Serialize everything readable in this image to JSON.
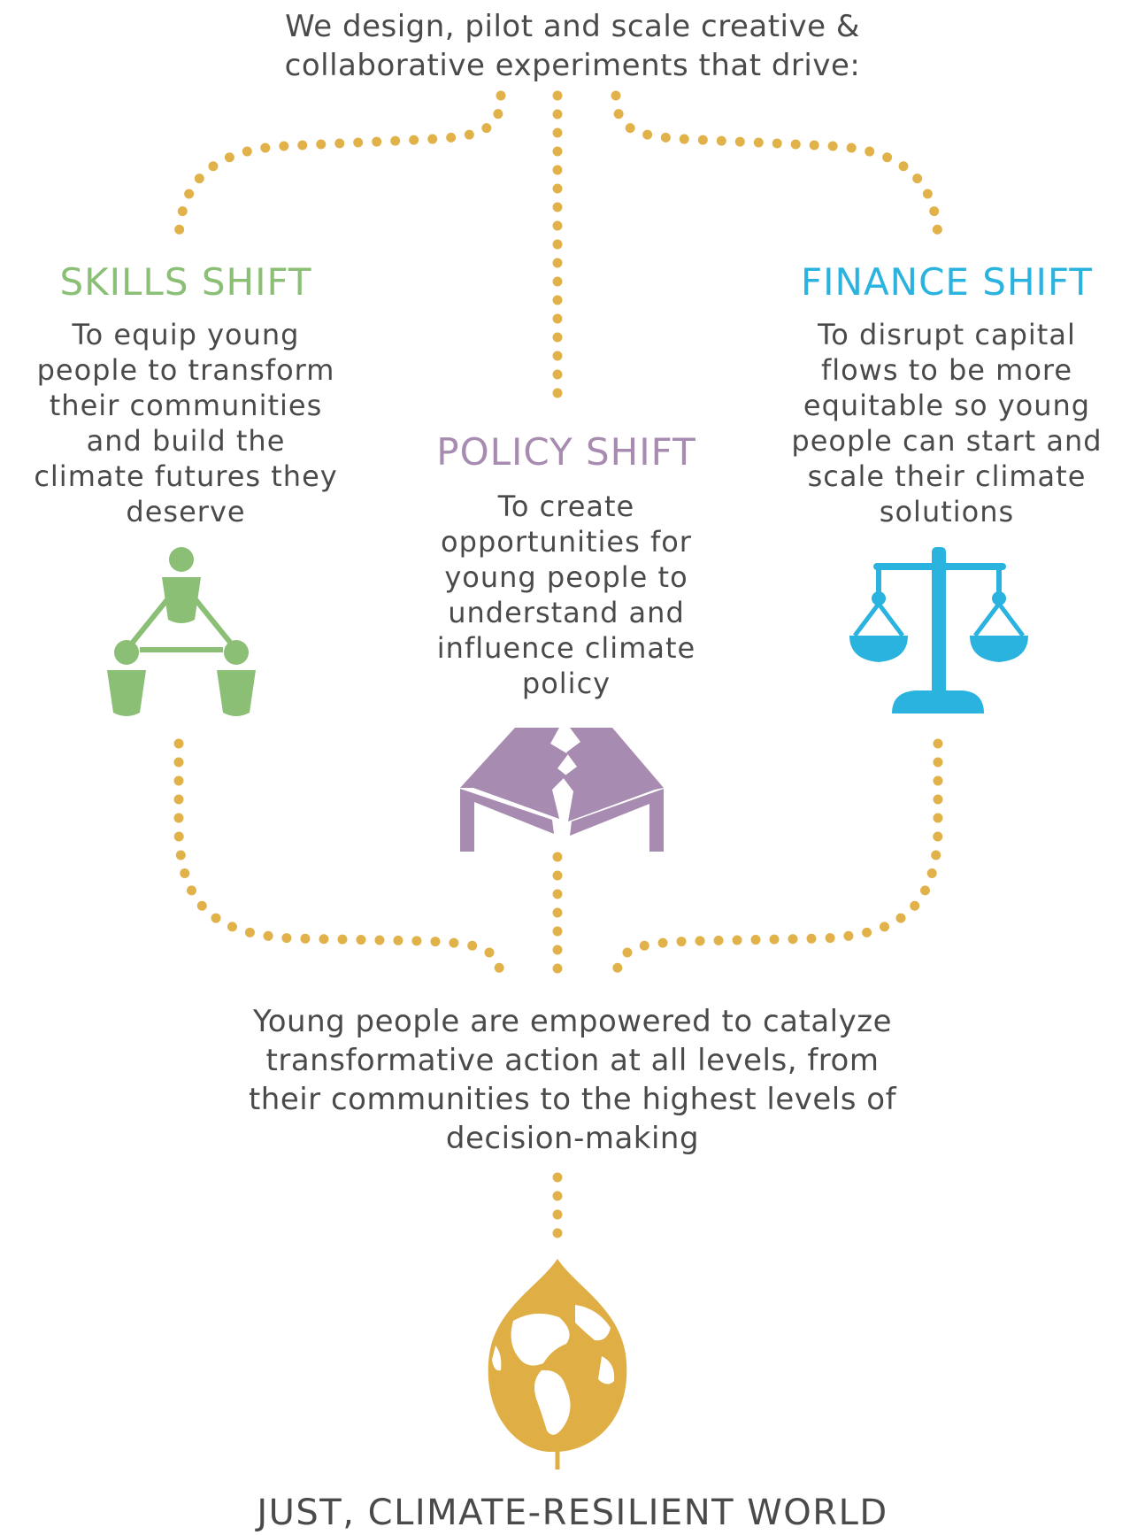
{
  "intro": "We design, pilot and scale creative &\ncollaborative experiments that drive:",
  "shifts": [
    {
      "title": "SKILLS SHIFT",
      "description": "To equip young\npeople to transform\ntheir communities\nand build the\nclimate futures they\ndeserve",
      "color": "#8bbf76",
      "icon": "people-network-icon"
    },
    {
      "title": "POLICY SHIFT",
      "description": "To create\nopportunities for\nyoung people to\nunderstand and\ninfluence climate\npolicy",
      "color": "#a78bb0",
      "icon": "broken-table-icon"
    },
    {
      "title": "FINANCE SHIFT",
      "description": "To disrupt capital\nflows to be more\nequitable so young\npeople can start and\nscale their climate\nsolutions",
      "color": "#2bb3df",
      "icon": "balance-scale-icon"
    }
  ],
  "outcome": "Young people are empowered to catalyze\ntransformative action at all levels, from\ntheir communities to the highest levels of\ndecision-making",
  "final": "JUST, CLIMATE-RESILIENT WORLD",
  "colors": {
    "connector": "#e2b24a",
    "globe": "#dfae45",
    "text": "#4a4a4a"
  }
}
